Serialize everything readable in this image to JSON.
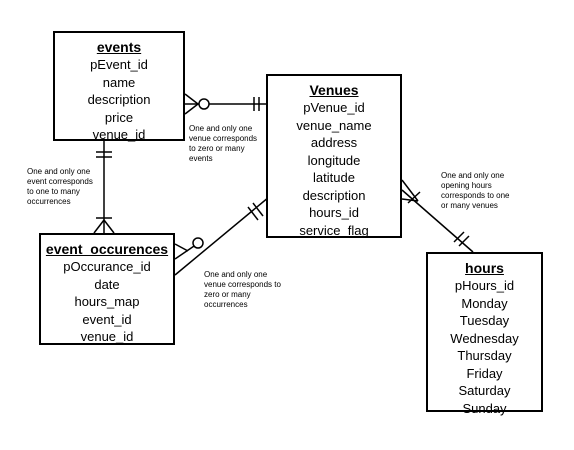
{
  "entities": {
    "events": {
      "title": "events",
      "attributes": [
        "pEvent_id",
        "name",
        "description",
        "price",
        "venue_id"
      ]
    },
    "venues": {
      "title": "Venues",
      "attributes": [
        "pVenue_id",
        "venue_name",
        "address",
        "longitude",
        "latitude",
        "description",
        "hours_id",
        "service_flag"
      ]
    },
    "event_occurences": {
      "title": "event_occurences",
      "attributes": [
        "pOccurance_id",
        "date",
        "hours_map",
        "event_id",
        "venue_id"
      ]
    },
    "hours": {
      "title": "hours",
      "attributes": [
        "pHours_id",
        "Monday",
        "Tuesday",
        "Wednesday",
        "Thursday",
        "Friday",
        "Saturday",
        "Sunday"
      ]
    }
  },
  "notes": {
    "venue_events": [
      "One and only one",
      "venue corresponds",
      "to zero or many",
      "events"
    ],
    "event_occurrences": [
      "One and only one",
      "event corresponds",
      "to one to many",
      "occurrences"
    ],
    "hours_venues": [
      "One and only one",
      "opening hours",
      "corresponds to one",
      "or many venues"
    ],
    "venue_occurrences": [
      "One and only one",
      "venue corresponds to",
      "zero or many",
      "occurrences"
    ]
  }
}
